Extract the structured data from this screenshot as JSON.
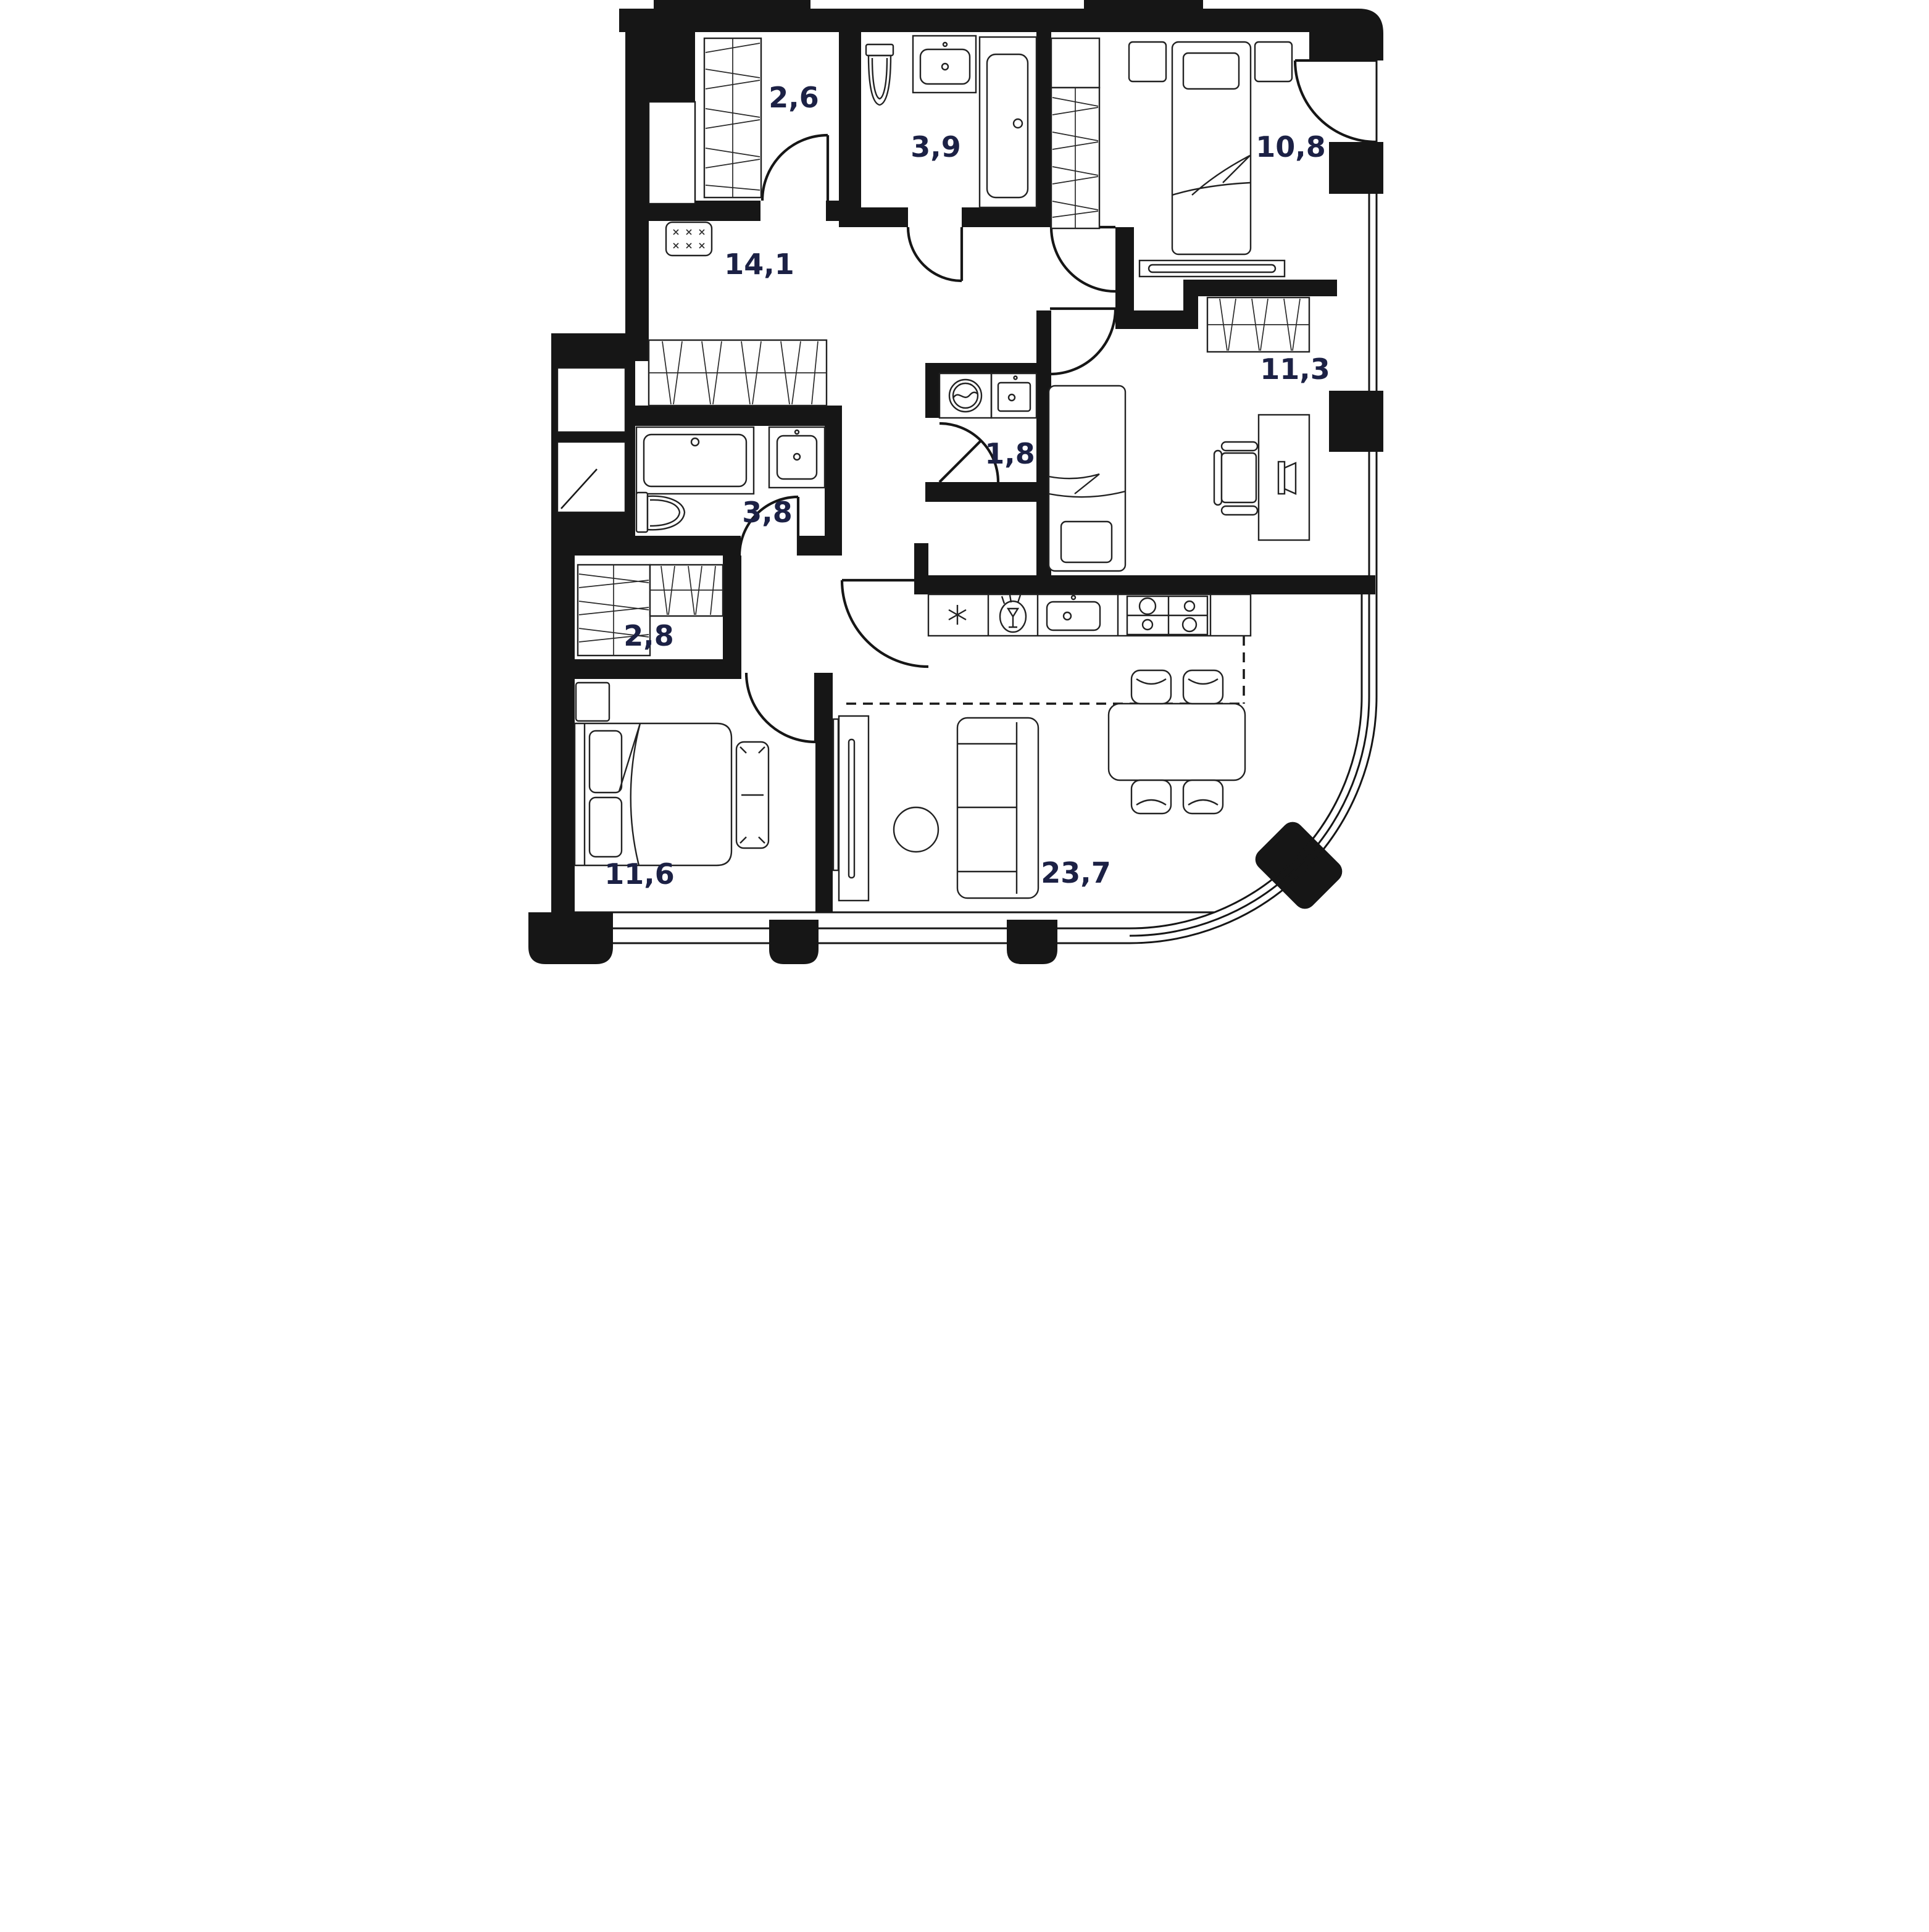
{
  "plan": {
    "type": "apartment-floor-plan",
    "wall_color": "#161616",
    "label_color": "#1c2145",
    "rooms": {
      "closet_26": {
        "area": "2,6"
      },
      "bathroom_39": {
        "area": "3,9"
      },
      "bedroom_108": {
        "area": "10,8"
      },
      "hall_141": {
        "area": "14,1"
      },
      "room_113": {
        "area": "11,3"
      },
      "bathroom_38": {
        "area": "3,8"
      },
      "laundry_18": {
        "area": "1,8"
      },
      "closet_28": {
        "area": "2,8"
      },
      "bedroom_116": {
        "area": "11,6"
      },
      "living_237": {
        "area": "23,7"
      }
    }
  }
}
